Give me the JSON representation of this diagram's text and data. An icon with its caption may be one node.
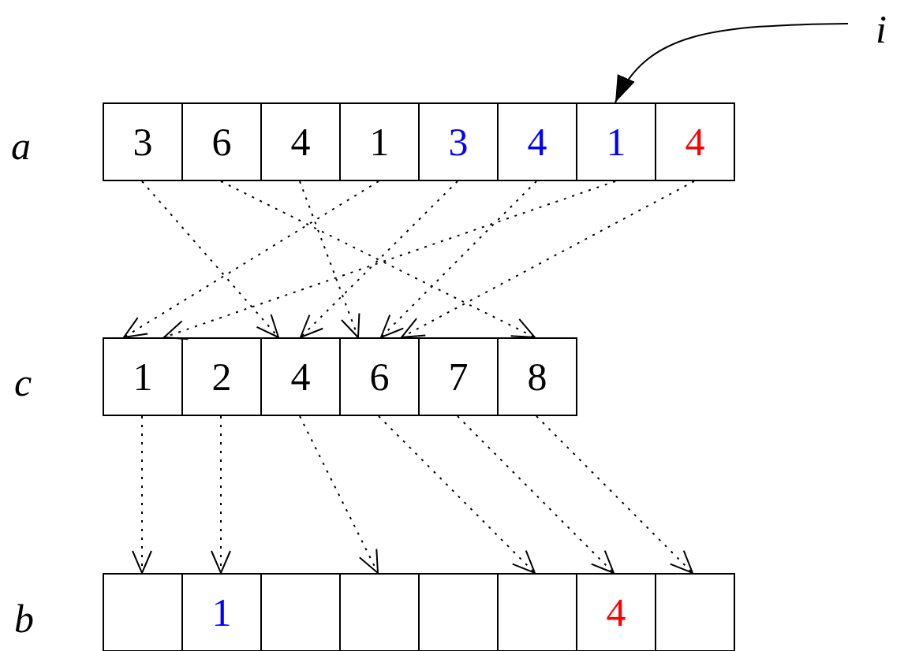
{
  "diagram": {
    "nodes": [
      {
        "text": [
          "i"
        ]
      },
      {
        "text": [
          "3"
        ]
      },
      {
        "text": [
          "6"
        ]
      },
      {
        "text": [
          "4"
        ]
      },
      {
        "text": [
          "1"
        ]
      },
      {
        "text": [
          "3"
        ]
      },
      {
        "text": [
          "4"
        ]
      },
      {
        "text": [
          "1"
        ]
      },
      {
        "text": [
          "4"
        ]
      },
      {
        "text": [
          "1"
        ]
      },
      {
        "text": [
          "2"
        ]
      },
      {
        "text": [
          "4"
        ]
      },
      {
        "text": [
          "6"
        ]
      },
      {
        "text": [
          "7"
        ]
      },
      {
        "text": [
          "8"
        ]
      },
      {
        "text": [],
        "shape": "box"
      },
      {
        "text": [
          "1"
        ]
      },
      {
        "text": [],
        "shape": "box"
      },
      {
        "text": [],
        "shape": "box"
      },
      {
        "text": [],
        "shape": "box"
      },
      {
        "text": [],
        "shape": "box"
      },
      {
        "text": [
          "4"
        ]
      },
      {
        "text": [],
        "shape": "box"
      }
    ],
    "edges": [
      {
        "from": 0,
        "to": 7,
        "arrow": "to"
      },
      {
        "from": 1,
        "to": 11,
        "arrow": "to",
        "style": "dashed"
      },
      {
        "from": 2,
        "to": 14,
        "arrow": "to",
        "style": "dashed"
      },
      {
        "from": 3,
        "to": 12,
        "arrow": "to",
        "style": "dashed"
      },
      {
        "from": 4,
        "to": 9,
        "arrow": "to",
        "style": "dashed"
      },
      {
        "from": 5,
        "to": 11,
        "arrow": "to",
        "style": "dashed"
      },
      {
        "from": 6,
        "to": 12,
        "arrow": "to",
        "style": "dashed"
      },
      {
        "from": 7,
        "to": 9,
        "arrow": "to",
        "style": "dashed"
      },
      {
        "from": 8,
        "to": 12,
        "arrow": "to",
        "style": "dashed"
      },
      {
        "from": 9,
        "to": 15,
        "arrow": "to",
        "style": "dashed"
      },
      {
        "from": 10,
        "to": 16,
        "arrow": "to",
        "style": "dashed"
      },
      {
        "from": 11,
        "to": 18,
        "arrow": "to",
        "style": "dashed"
      },
      {
        "from": 12,
        "to": 20,
        "arrow": "to",
        "style": "dashed"
      },
      {
        "from": 13,
        "to": 21,
        "arrow": "to",
        "style": "dashed"
      },
      {
        "from": 14,
        "to": 22,
        "arrow": "to",
        "style": "dashed"
      }
    ],
    "labels": [
      "a",
      "c",
      "b"
    ]
  }
}
